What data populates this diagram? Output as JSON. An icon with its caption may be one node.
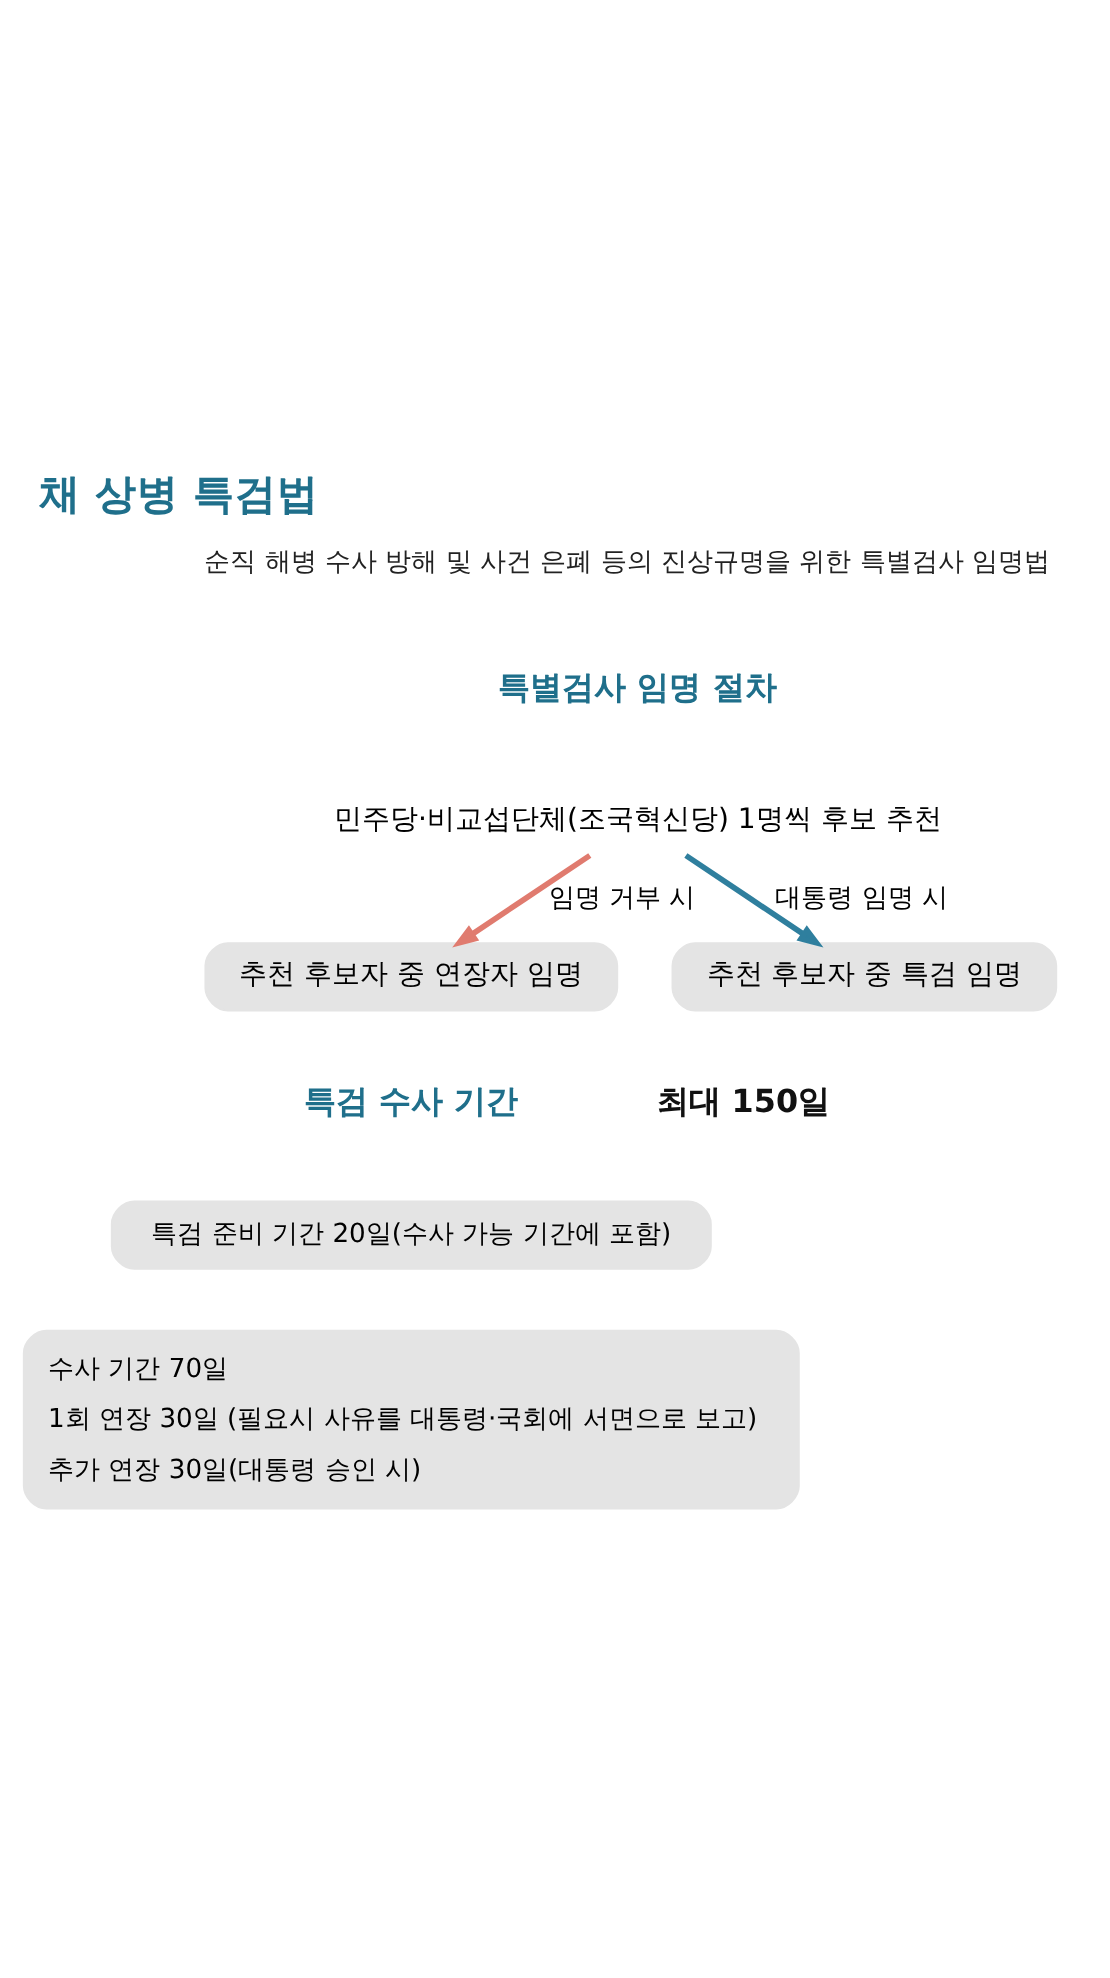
{
  "diagram": {
    "title": "채 상병 특검법",
    "nodes": [
      {
        "text": [
          "민주당·비교섭단체(조국혁신당) 1명씩 후보 추천"
        ]
      },
      {
        "text": [
          "추천 후보자 중 연장자 임명"
        ]
      },
      {
        "text": [
          "추천 후보자 중 특검 임명"
        ]
      },
      {
        "text": [
          "특검 준비 기간 20일(수사 가능 기간에 포함)"
        ]
      },
      {
        "text": [
          "수사 기간 70일",
          "1회 연장 30일 (필요시 사유를 대통령·국회에 서면으로 보고)",
          "추가 연장 30일(대통령 승인 시)"
        ]
      }
    ],
    "edges": [
      {
        "from": 0,
        "to": 1,
        "arrow": "to",
        "label": "임명 거부 시",
        "color": "#e07b6f"
      },
      {
        "from": 0,
        "to": 2,
        "arrow": "to",
        "label": "대통령 임명 시",
        "color": "#2f7f9e"
      }
    ],
    "labels": [
      "순직 해병 수사 방해 및 사건 은폐 등의 진상규명을 위한 특별검사 임명법",
      "특별검사 임명 절차",
      "특검 수사 기간",
      "최대 150일"
    ]
  }
}
